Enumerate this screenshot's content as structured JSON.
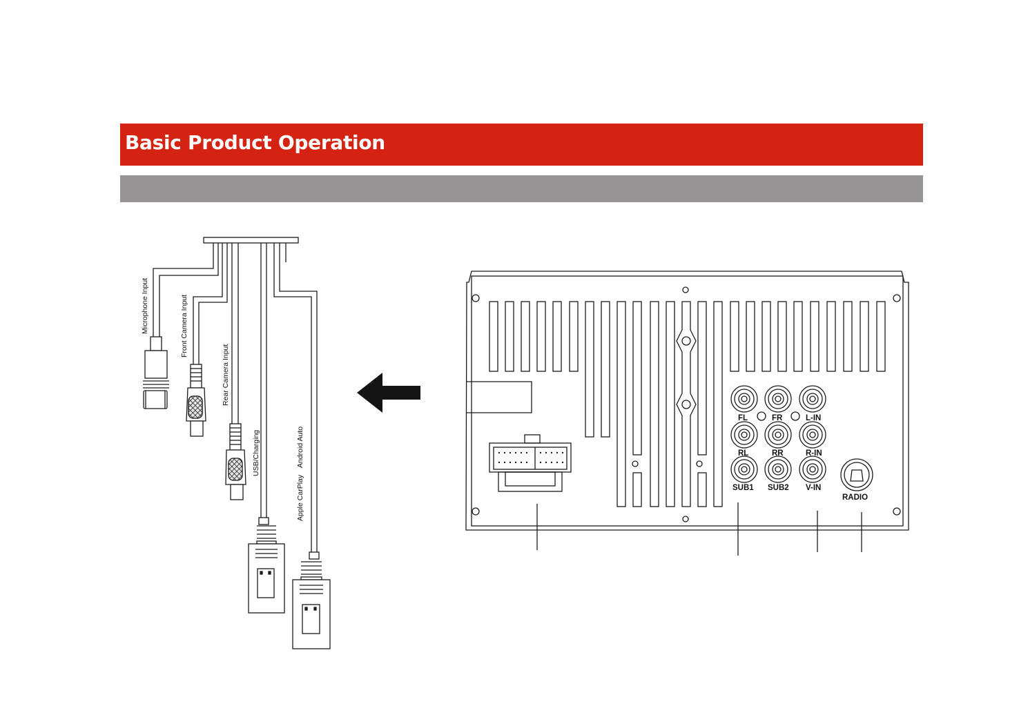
{
  "header": {
    "title": "Basic Product Operation",
    "subtitle": ""
  },
  "colors": {
    "title_bar": "#d42213",
    "sub_bar": "#969495",
    "line": "#1a1a1a"
  },
  "cable_labels": [
    "Microphone  Input",
    "Front Camera  Input",
    "Rear Camera  Input",
    "USB/Charging",
    "Apple CarPlay",
    "Android Auto"
  ],
  "panel_labels": {
    "fl": "FL",
    "fr": "FR",
    "lin": "L-IN",
    "rl": "RL",
    "rr": "RR",
    "rin": "R-IN",
    "sub1": "SUB1",
    "sub2": "SUB2",
    "vin": "V-IN",
    "radio": "RADIO"
  },
  "icons": {
    "direction_arrow": "left-arrow-icon"
  }
}
